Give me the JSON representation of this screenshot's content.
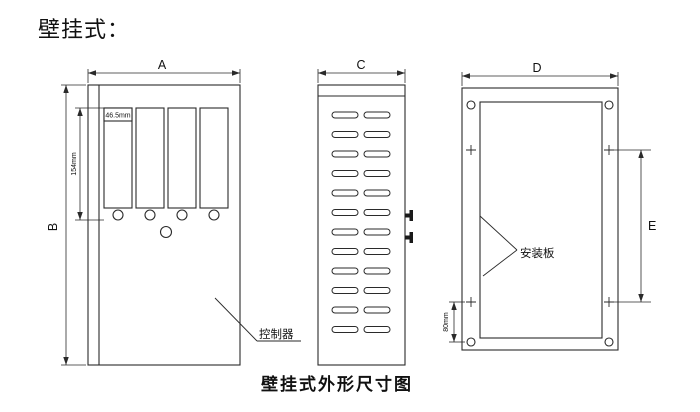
{
  "page": {
    "title": "壁挂式：",
    "caption": "壁挂式外形尺寸图"
  },
  "front_view": {
    "dim_a": "A",
    "dim_b": "B",
    "slot_width": "46.5mm",
    "slot_height": "154mm",
    "controller": "控制器"
  },
  "side_view": {
    "dim_c": "C"
  },
  "back_view": {
    "dim_d": "D",
    "dim_e": "E",
    "dim_bottom": "80mm",
    "mounting_plate": "安装板"
  },
  "colors": {
    "line": "#2a2a2a",
    "background": "#ffffff"
  }
}
